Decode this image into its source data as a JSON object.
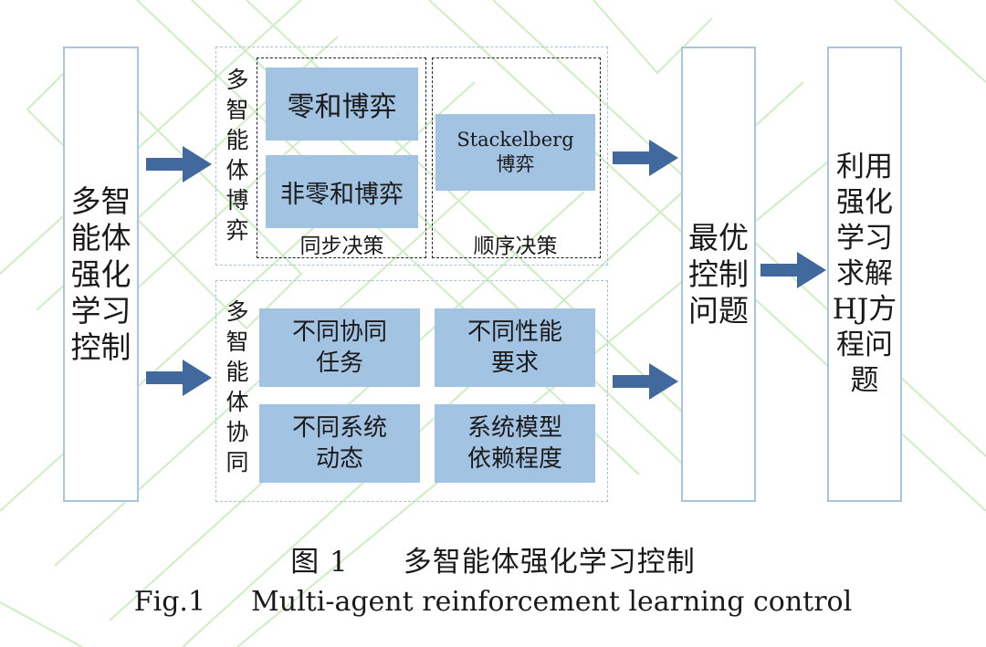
{
  "left_box": {
    "text": "多智\n能体\n强化\n学习\n控制"
  },
  "game_group": {
    "label": "多\n智\n能\n体\n博\n弈",
    "sync": {
      "label": "同步决策",
      "items": [
        "零和博弈",
        "非零和博弈"
      ]
    },
    "seq": {
      "label": "顺序决策",
      "item": "Stackelberg\n博弈"
    }
  },
  "coop_group": {
    "label": "多\n智\n能\n体\n协\n同",
    "items": [
      "不同协同\n任务",
      "不同性能\n要求",
      "不同系统\n动态",
      "系统模型\n依赖程度"
    ]
  },
  "optimal_box": {
    "text": "最优\n控制\n问题"
  },
  "solve_box": {
    "text": "利用\n强化\n学习\n求解\nHJ方\n程问\n题"
  },
  "caption": {
    "cn_num": "图 1",
    "cn_text": "多智能体强化学习控制",
    "en_num": "Fig.1",
    "en_text": "Multi-agent reinforcement learning control"
  },
  "colors": {
    "box_border": "#a9c4de",
    "fill_blue": "#a3c3e3",
    "arrow": "#41699e",
    "watermark": "#c8ecbc"
  }
}
